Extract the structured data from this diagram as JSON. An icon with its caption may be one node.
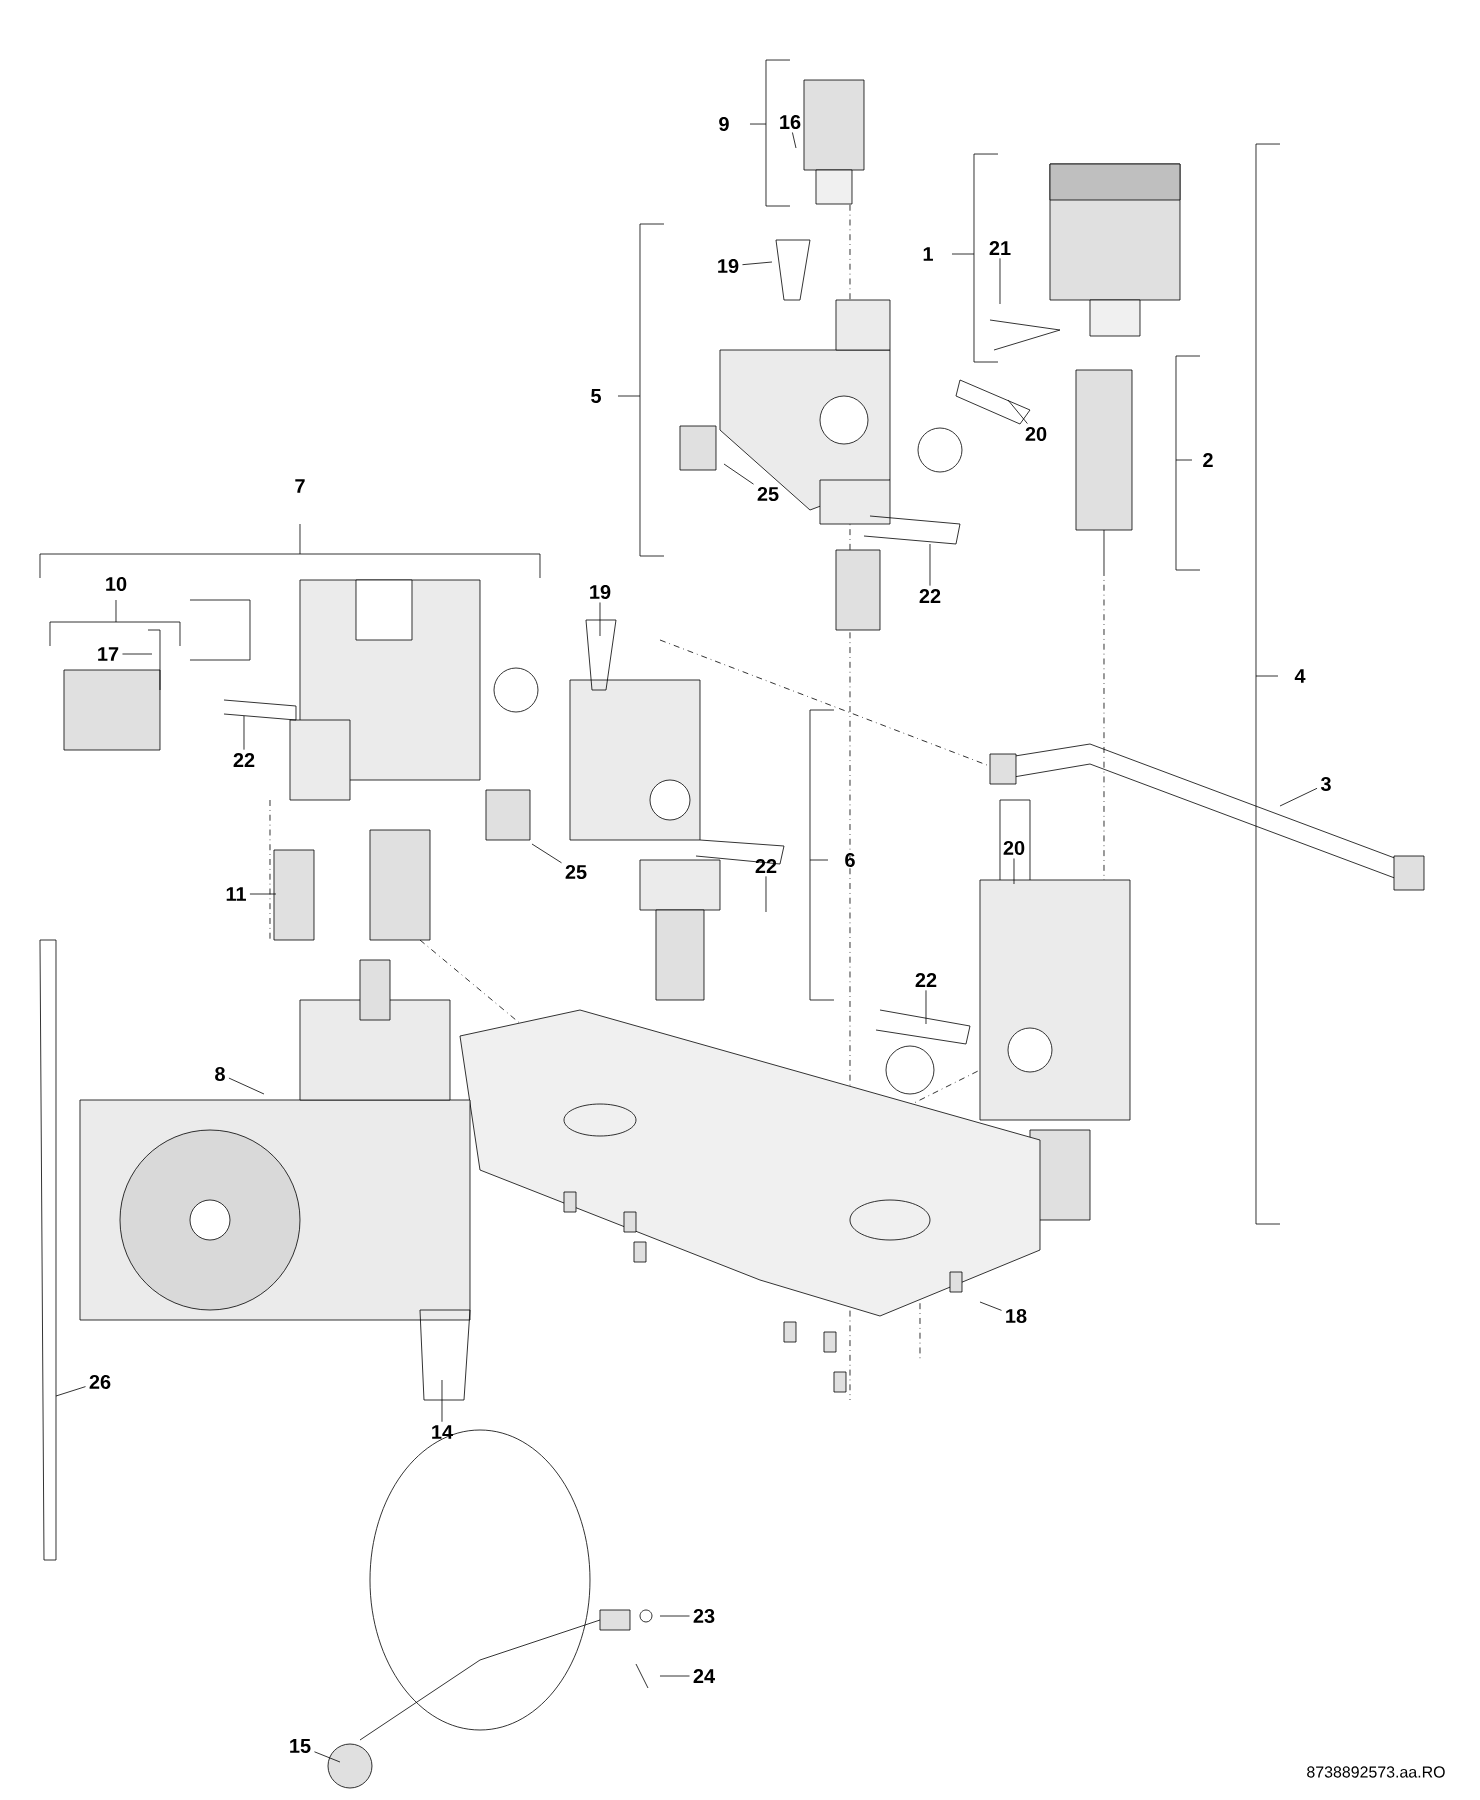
{
  "diagram": {
    "nodes": [
      {
        "text": [
          "16"
        ]
      },
      {
        "text": [
          "19"
        ]
      },
      {
        "text": [
          "21"
        ]
      },
      {
        "text": [
          "20"
        ]
      },
      {
        "text": [
          "25"
        ]
      },
      {
        "text": [
          "22"
        ]
      },
      {
        "text": [
          "17"
        ]
      },
      {
        "text": [
          "19"
        ]
      },
      {
        "text": [
          "22"
        ]
      },
      {
        "text": [
          "3"
        ]
      },
      {
        "text": [
          "20"
        ]
      },
      {
        "text": [
          "25"
        ]
      },
      {
        "text": [
          "22"
        ]
      },
      {
        "text": [
          "11"
        ]
      },
      {
        "text": [
          "22"
        ]
      },
      {
        "text": [
          "8"
        ]
      },
      {
        "text": [
          "18"
        ]
      },
      {
        "text": [
          "26"
        ]
      },
      {
        "text": [
          "14"
        ]
      },
      {
        "text": [
          "23"
        ]
      },
      {
        "text": [
          "24"
        ]
      },
      {
        "text": [
          "15"
        ]
      }
    ],
    "edges": [
      {
        "from": 0,
        "to": null,
        "arrow": "none"
      },
      {
        "from": 1,
        "to": null,
        "arrow": "none"
      },
      {
        "from": 2,
        "to": null,
        "arrow": "none"
      },
      {
        "from": 3,
        "to": null,
        "arrow": "none"
      },
      {
        "from": 4,
        "to": null,
        "arrow": "none"
      },
      {
        "from": 5,
        "to": null,
        "arrow": "none"
      },
      {
        "from": 6,
        "to": null,
        "arrow": "none"
      },
      {
        "from": 7,
        "to": null,
        "arrow": "none"
      },
      {
        "from": 8,
        "to": null,
        "arrow": "none"
      },
      {
        "from": 9,
        "to": null,
        "arrow": "none"
      },
      {
        "from": 10,
        "to": null,
        "arrow": "none"
      },
      {
        "from": 11,
        "to": null,
        "arrow": "none"
      },
      {
        "from": 12,
        "to": null,
        "arrow": "none"
      },
      {
        "from": 13,
        "to": null,
        "arrow": "none"
      },
      {
        "from": 14,
        "to": null,
        "arrow": "none"
      },
      {
        "from": 15,
        "to": null,
        "arrow": "none"
      },
      {
        "from": 16,
        "to": null,
        "arrow": "none"
      },
      {
        "from": 17,
        "to": null,
        "arrow": "none"
      },
      {
        "from": 18,
        "to": null,
        "arrow": "none"
      },
      {
        "from": 19,
        "to": null,
        "arrow": "none"
      },
      {
        "from": 20,
        "to": null,
        "arrow": "none"
      },
      {
        "from": 21,
        "to": null,
        "arrow": "none"
      }
    ],
    "labels": [
      "9",
      "1",
      "5",
      "2",
      "7",
      "4",
      "10",
      "6",
      "8738892573.aa.RO"
    ]
  }
}
